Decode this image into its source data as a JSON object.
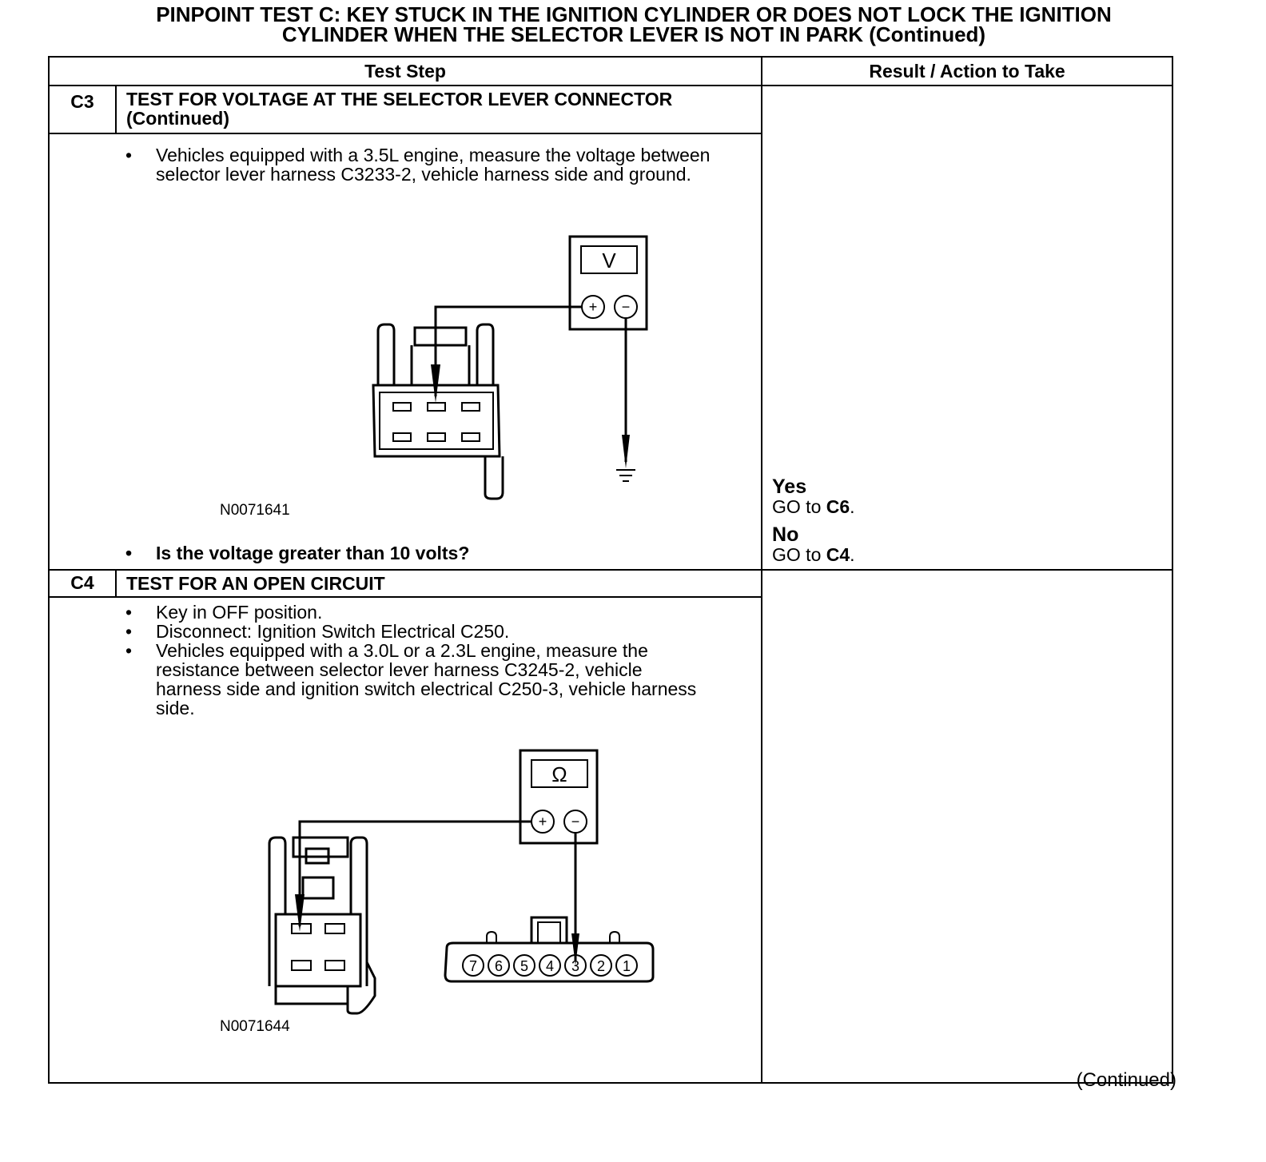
{
  "title": {
    "line1": "PINPOINT TEST C: KEY STUCK IN THE IGNITION CYLINDER OR DOES NOT LOCK THE IGNITION",
    "line2": "CYLINDER WHEN THE SELECTOR LEVER IS NOT IN PARK (Continued)"
  },
  "table": {
    "headers": {
      "test_step": "Test Step",
      "result": "Result / Action to Take"
    }
  },
  "c3": {
    "id": "C3",
    "title": "TEST FOR VOLTAGE AT THE SELECTOR LEVER CONNECTOR (Continued)",
    "bullet1": "Vehicles equipped with a 3.5L engine, measure the voltage between selector lever harness C3233-2, vehicle harness side and ground.",
    "figure_code": "N0071641",
    "meter_symbol": "V",
    "question": "Is the voltage greater than 10 volts?",
    "yes_label": "Yes",
    "yes_action": "GO to",
    "yes_target": "C6",
    "no_label": "No",
    "no_action": "GO to",
    "no_target": "C4"
  },
  "c4": {
    "id": "C4",
    "title": "TEST FOR AN OPEN CIRCUIT",
    "bullets": [
      "Key in OFF position.",
      "Disconnect: Ignition Switch Electrical C250.",
      "Vehicles equipped with a 3.0L or a 2.3L engine, measure the resistance between selector lever harness C3245-2, vehicle harness side and ignition switch electrical C250-3, vehicle harness side."
    ],
    "figure_code": "N0071644",
    "meter_symbol": "Ω",
    "pins": [
      "7",
      "6",
      "5",
      "4",
      "3",
      "2",
      "1"
    ]
  },
  "footer": {
    "continued": "(Continued)"
  }
}
